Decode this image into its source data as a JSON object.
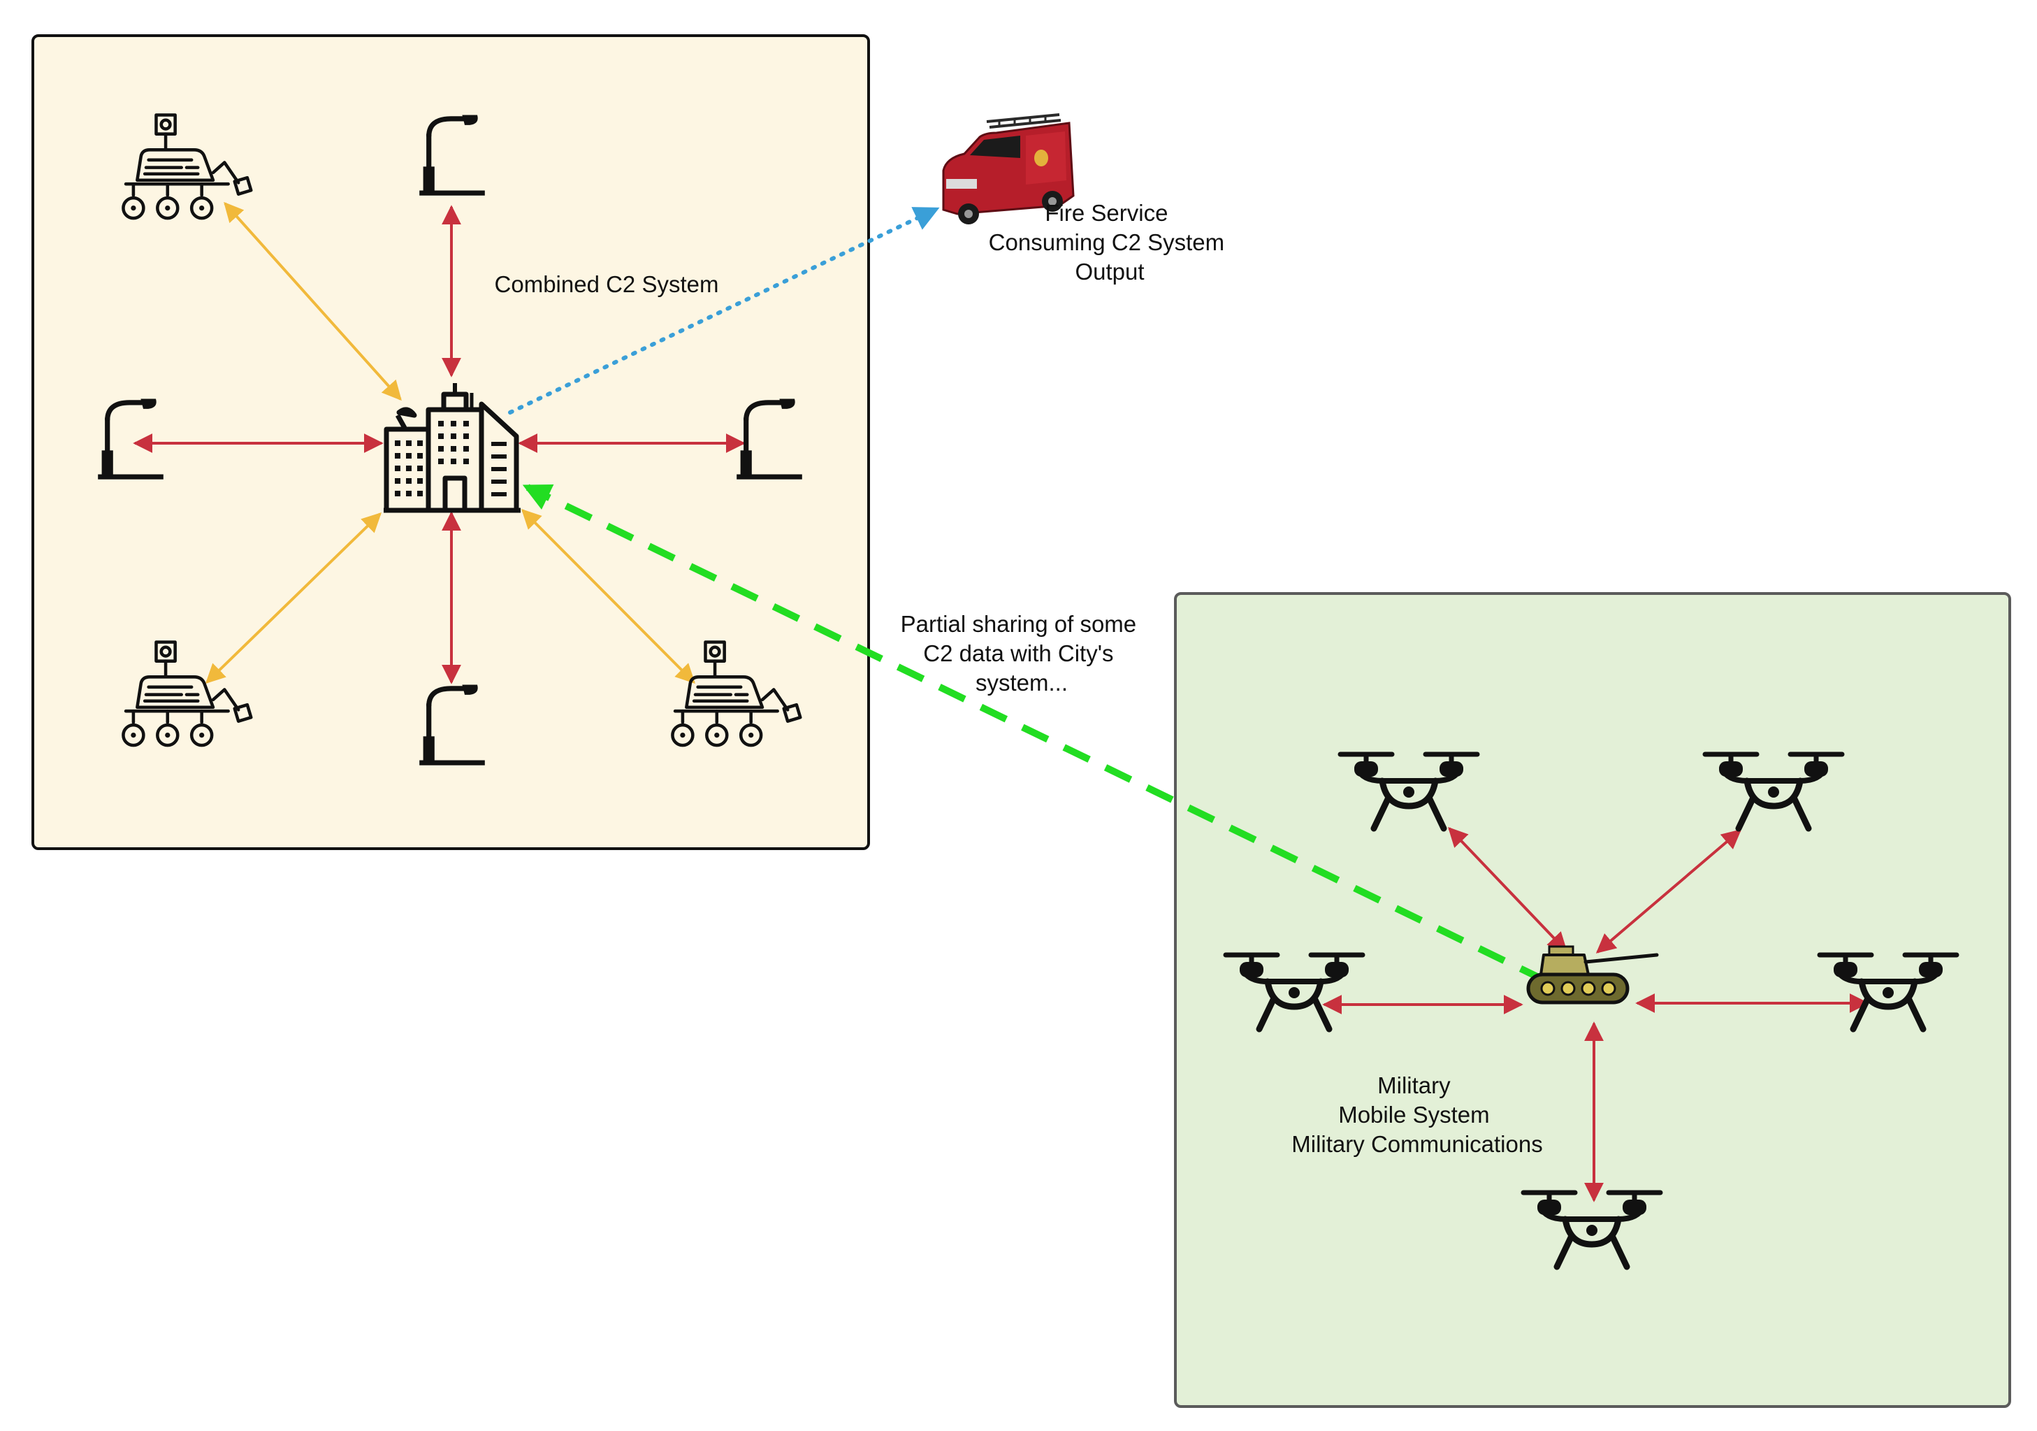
{
  "city_panel": {
    "title": "Combined C2 System",
    "background": "#fdf6e3",
    "border": "#111111"
  },
  "military_panel": {
    "label_lines": [
      "Military",
      "Mobile System",
      "Military Communications"
    ],
    "background": "#e3f0d7",
    "border": "#5b5b5b"
  },
  "fire_service": {
    "label_lines": [
      "Fire Service",
      "Consuming C2 System",
      "Output"
    ]
  },
  "sharing_note": {
    "label_lines": [
      "Partial sharing of some",
      "C2 data with City's",
      "system..."
    ]
  },
  "colors": {
    "red_link": "#c8313e",
    "yellow_link": "#f1b93b",
    "blue_dotted": "#3a9fd8",
    "green_dashed": "#22dd22",
    "tank_body": "#b6ad5f",
    "tank_track": "#6e6a2e"
  },
  "icons": {
    "hub": "city-building-icon",
    "streetlamp": "street-lamp-icon",
    "rover": "robot-rover-icon",
    "drone": "quadcopter-drone-icon",
    "tank": "military-tank-icon",
    "truck": "fire-truck-icon"
  }
}
